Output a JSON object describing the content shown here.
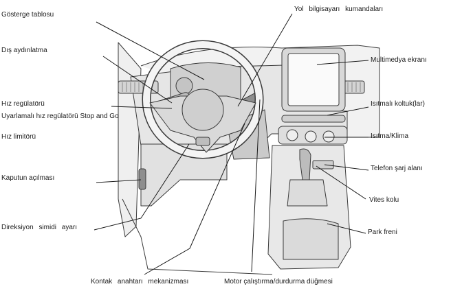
{
  "labels": {
    "gosterge_tablosu": "Gösterge tablosu",
    "dis_aydinlatma": "Dış aydınlatma",
    "hiz_regulatoru": "Hız regülatörü",
    "stop_and_go": "Uyarlamalı hız regülatörü Stop and Go",
    "hiz_limitoru": "Hız limitörü",
    "kaputun_acilmasi": "Kaputun açılması",
    "direksiyon_ayari": "Direksiyon simidi ayarı",
    "kontak_anahtari": "Kontak anahtarı mekanizması",
    "motor_calistirma": "Motor çalıştırma/durdurma düğmesi",
    "yol_bilgisayari": "Yol bilgisayarı kumandaları",
    "multimedya_ekrani": "Multimedya ekranı",
    "isitmali_koltuk": "Isıtmalı koltuk(lar)",
    "isitma_klima": "Isıtma/Klima",
    "telefon_sarj": "Telefon şarj alanı",
    "vites_kolu": "Vites kolu",
    "park_freni": "Park freni"
  },
  "colors": {
    "line": "#1a1a1a",
    "outline": "#3a3a3a",
    "panel_fill": "#e4e4e4",
    "panel_dark": "#bdbdbd"
  }
}
